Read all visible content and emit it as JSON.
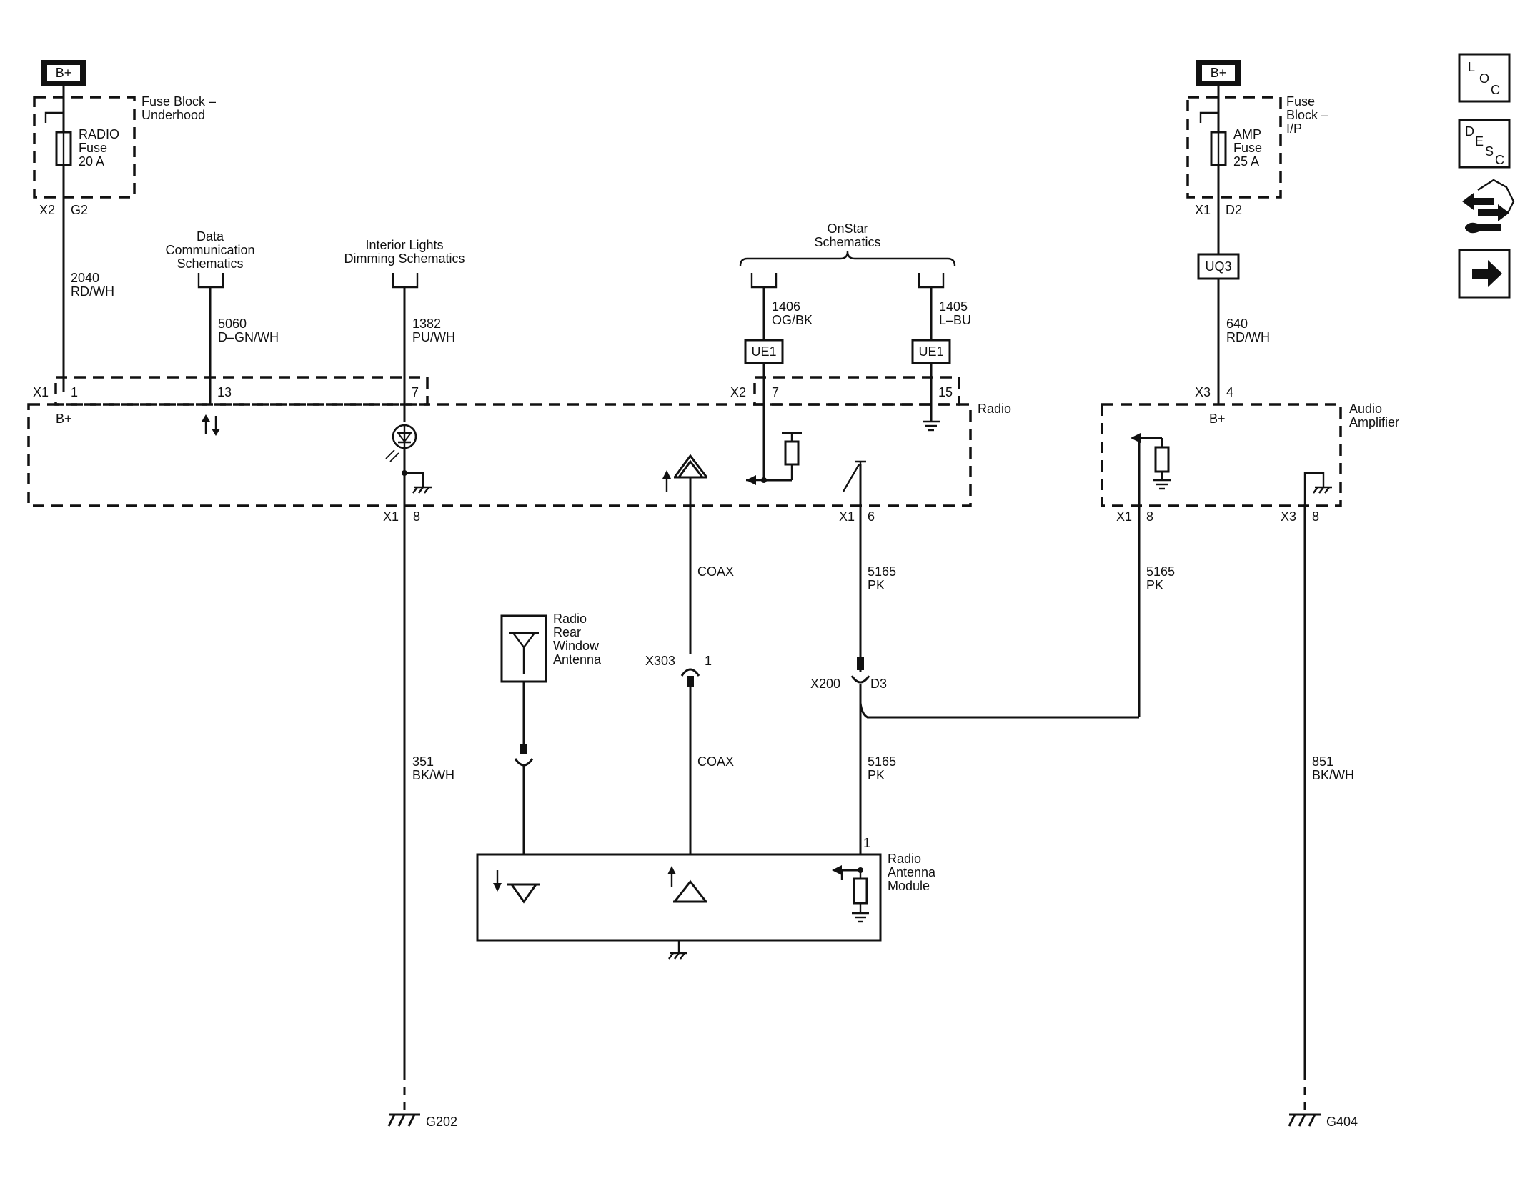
{
  "power": {
    "left_source": "B+",
    "right_source": "B+",
    "left_fuse_block": [
      "Fuse Block –",
      "Underhood"
    ],
    "left_fuse": [
      "RADIO",
      "Fuse",
      "20 A"
    ],
    "left_conn": "X2",
    "left_pin": "G2",
    "right_fuse_block": [
      "Fuse",
      "Block –",
      "I/P"
    ],
    "right_fuse": [
      "AMP",
      "Fuse",
      "25 A"
    ],
    "right_conn": "X1",
    "right_pin": "D2"
  },
  "references": {
    "data_comm": [
      "Data",
      "Communication",
      "Schematics"
    ],
    "interior": [
      "Interior Lights",
      "Dimming Schematics"
    ],
    "onstar": [
      "OnStar",
      "Schematics"
    ]
  },
  "wires": {
    "w2040": [
      "2040",
      "RD/WH"
    ],
    "w5060": [
      "5060",
      "D–GN/WH"
    ],
    "w1382": [
      "1382",
      "PU/WH"
    ],
    "w1406": [
      "1406",
      "OG/BK"
    ],
    "w1405": [
      "1405",
      "L–BU"
    ],
    "w640": [
      "640",
      "RD/WH"
    ],
    "w351": [
      "351",
      "BK/WH"
    ],
    "w851": [
      "851",
      "BK/WH"
    ],
    "w5165_a": [
      "5165",
      "PK"
    ],
    "w5165_b": [
      "5165",
      "PK"
    ],
    "w5165_c": [
      "5165",
      "PK"
    ],
    "coax_upper": "COAX",
    "coax_lower": "COAX"
  },
  "inline": {
    "uq3": "UQ3",
    "ue1_a": "UE1",
    "ue1_b": "UE1"
  },
  "radio": {
    "label": "Radio",
    "x1": "X1",
    "pin1": "1",
    "pin13": "13",
    "pin7": "7",
    "bplus": "B+",
    "x2": "X2",
    "x2pin7": "7",
    "x2pin15": "15",
    "bottom_x1_a": "X1",
    "bottom_pin8": "8",
    "bottom_x1_b": "X1",
    "bottom_pin6": "6"
  },
  "amplifier": {
    "label": [
      "Audio",
      "Amplifier"
    ],
    "x3": "X3",
    "pin4": "4",
    "bplus": "B+",
    "x1": "X1",
    "pin8": "8",
    "x3b": "X3",
    "pin8b": "8"
  },
  "connectors": {
    "x303": "X303",
    "x303pin": "1",
    "x200": "X200",
    "x200pin": "D3",
    "module_pin": "1"
  },
  "rear_antenna": [
    "Radio",
    "Rear",
    "Window",
    "Antenna"
  ],
  "antenna_module": [
    "Radio",
    "Antenna",
    "Module"
  ],
  "grounds": {
    "left": "G202",
    "right": "G404"
  },
  "side_icons": [
    {
      "name": "loc-icon",
      "letters": [
        "L",
        "O",
        "C"
      ]
    },
    {
      "name": "desc-icon",
      "letters": [
        "D",
        "E",
        "S",
        "C"
      ]
    },
    {
      "name": "connector-repair-icon"
    },
    {
      "name": "next-arrow-icon"
    }
  ]
}
